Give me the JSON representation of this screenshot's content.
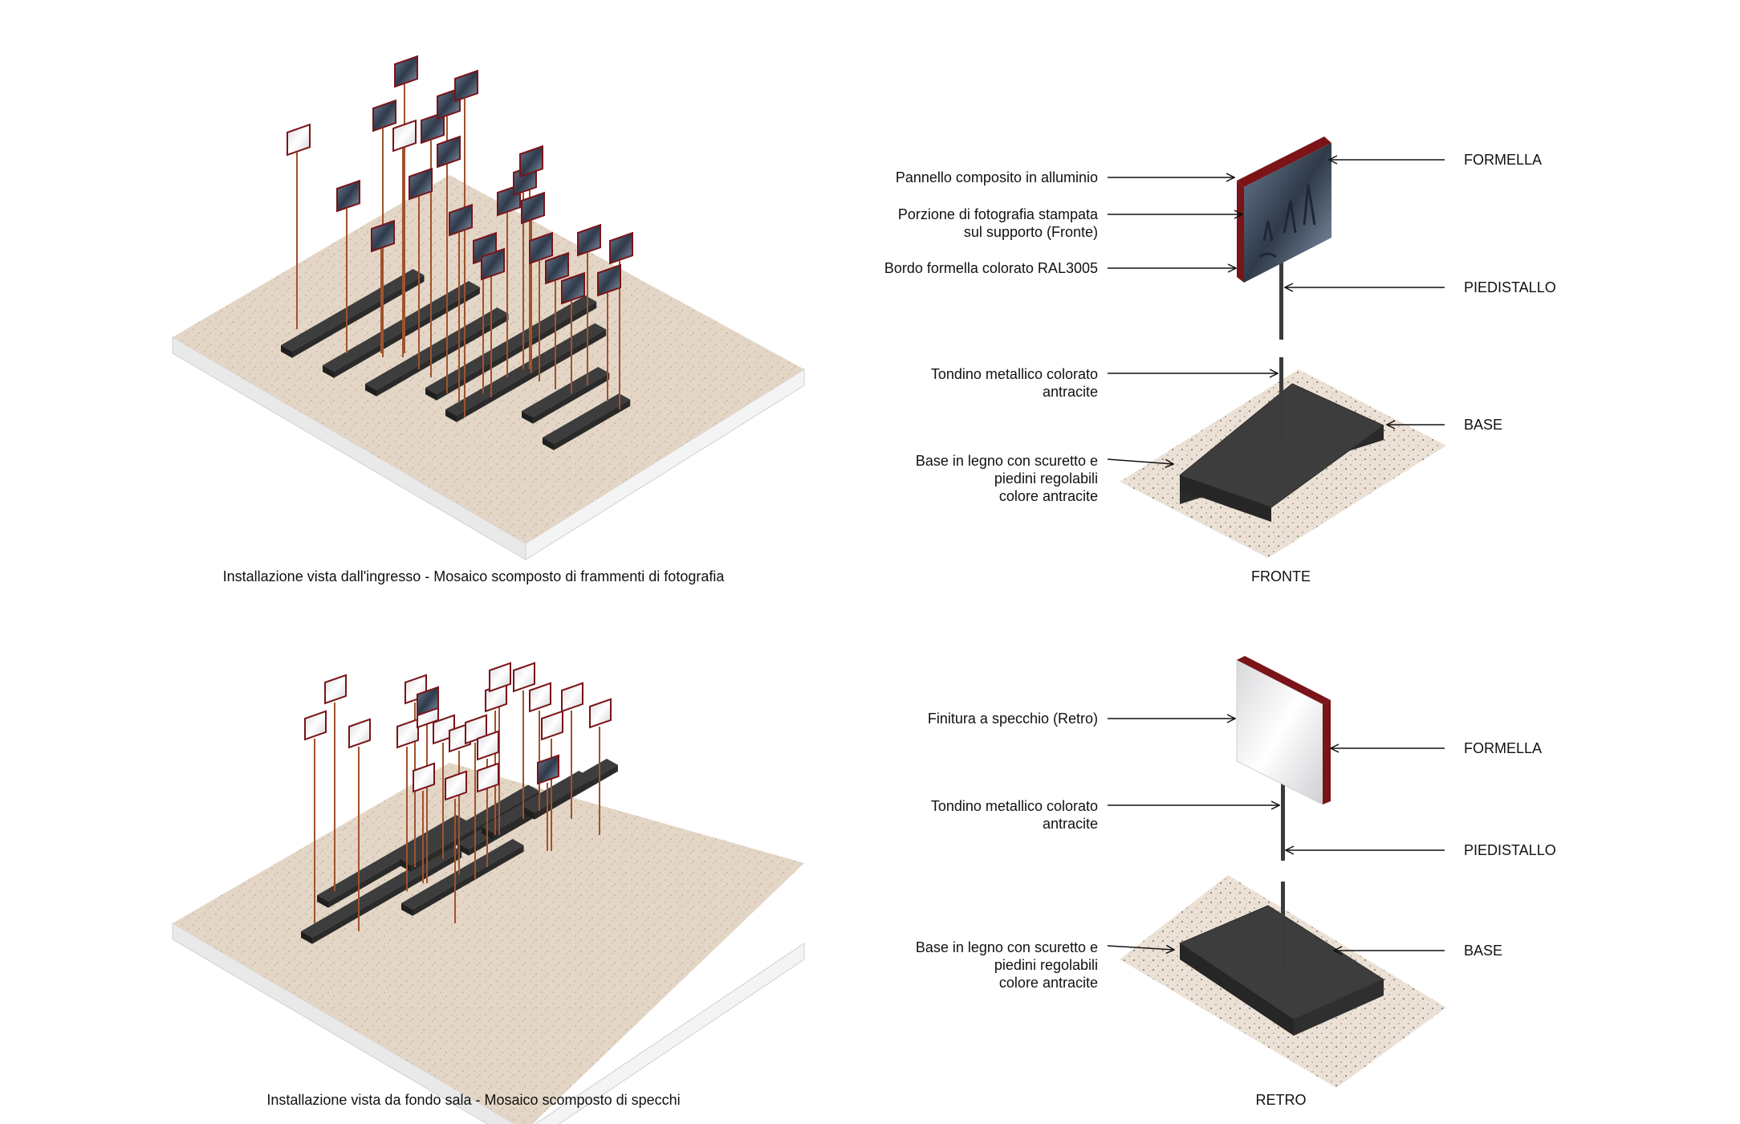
{
  "colors": {
    "floor": "#e4d6c6",
    "floor_side": "#efefef",
    "base": "#3a3a3a",
    "rod": "#a0522d",
    "panel_edge": "#7a1418",
    "mirror": "#e6e6ea",
    "photo": "#4a5a70"
  },
  "top_left": {
    "caption": "Installazione vista dall'ingresso - Mosaico scomposto di frammenti di fotografia"
  },
  "bottom_left": {
    "caption": "Installazione vista da fondo sala - Mosaico scomposto di specchi"
  },
  "fronte": {
    "title": "FRONTE",
    "left_labels": {
      "pannello": "Pannello composito in alluminio",
      "porzione": "Porzione di fotografia stampata\nsul supporto (Fronte)",
      "bordo": "Bordo formella colorato RAL3005",
      "tondino": "Tondino metallico colorato\nantracite",
      "base_legno": "Base in legno con scuretto e\npiedini regolabili\ncolore antracite"
    },
    "right_labels": {
      "formella": "FORMELLA",
      "piedistallo": "PIEDISTALLO",
      "base": "BASE"
    }
  },
  "retro": {
    "title": "RETRO",
    "left_labels": {
      "finitura": "Finitura a specchio (Retro)",
      "tondino": "Tondino metallico colorato\nantracite",
      "base_legno": "Base in legno con scuretto e\npiedini regolabili\ncolore antracite"
    },
    "right_labels": {
      "formella": "FORMELLA",
      "piedistallo": "PIEDISTALLO",
      "base": "BASE"
    }
  }
}
